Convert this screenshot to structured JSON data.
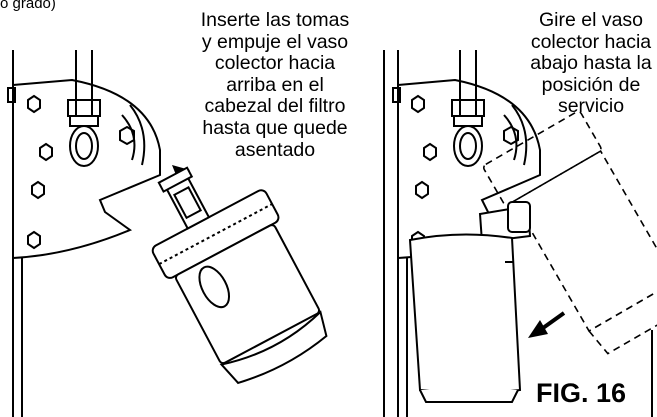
{
  "figure": {
    "top_fragment": "o grado)",
    "left_panel": {
      "caption": "Inserte las tomas\ny empuje el vaso\ncolector hacia\narriba en el\ncabezal del filtro\nhasta que quede\nasentado"
    },
    "right_panel": {
      "caption": "Gire el vaso\ncolector hacia\nabajo hasta la\nposición de\nservicio"
    },
    "label": "FIG. 16"
  }
}
